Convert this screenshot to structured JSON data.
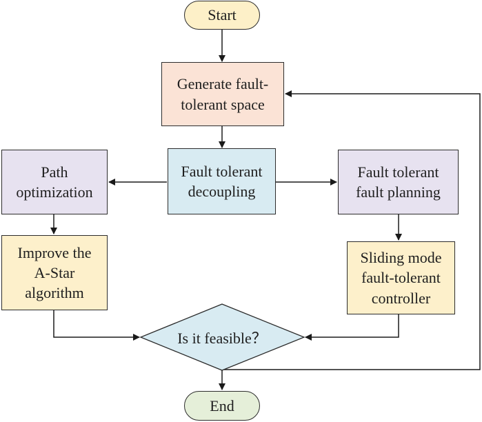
{
  "colors": {
    "terminal_start": "#fdf0c8",
    "terminal_end": "#e5efd9",
    "generate": "#fbe3d6",
    "decoupling": "#d8ebf2",
    "purple": "#e7e2f0",
    "yellow": "#fdf0cb",
    "diamond": "#d8ebf2",
    "stroke": "#2b2b2b"
  },
  "nodes": {
    "start": {
      "text": "Start"
    },
    "generate": {
      "line1": "Generate fault-",
      "line2": "tolerant space"
    },
    "decoupling": {
      "line1": "Fault tolerant",
      "line2": "decoupling"
    },
    "path_opt": {
      "line1": "Path",
      "line2": "optimization"
    },
    "fault_planning": {
      "line1": "Fault tolerant",
      "line2": "fault planning"
    },
    "astar": {
      "line1": "Improve the",
      "line2": "A-Star",
      "line3": "algorithm"
    },
    "sliding": {
      "line1": "Sliding mode",
      "line2": "fault-tolerant",
      "line3": "controller"
    },
    "feasible": {
      "text": "Is it feasible？"
    },
    "end": {
      "text": "End"
    }
  }
}
